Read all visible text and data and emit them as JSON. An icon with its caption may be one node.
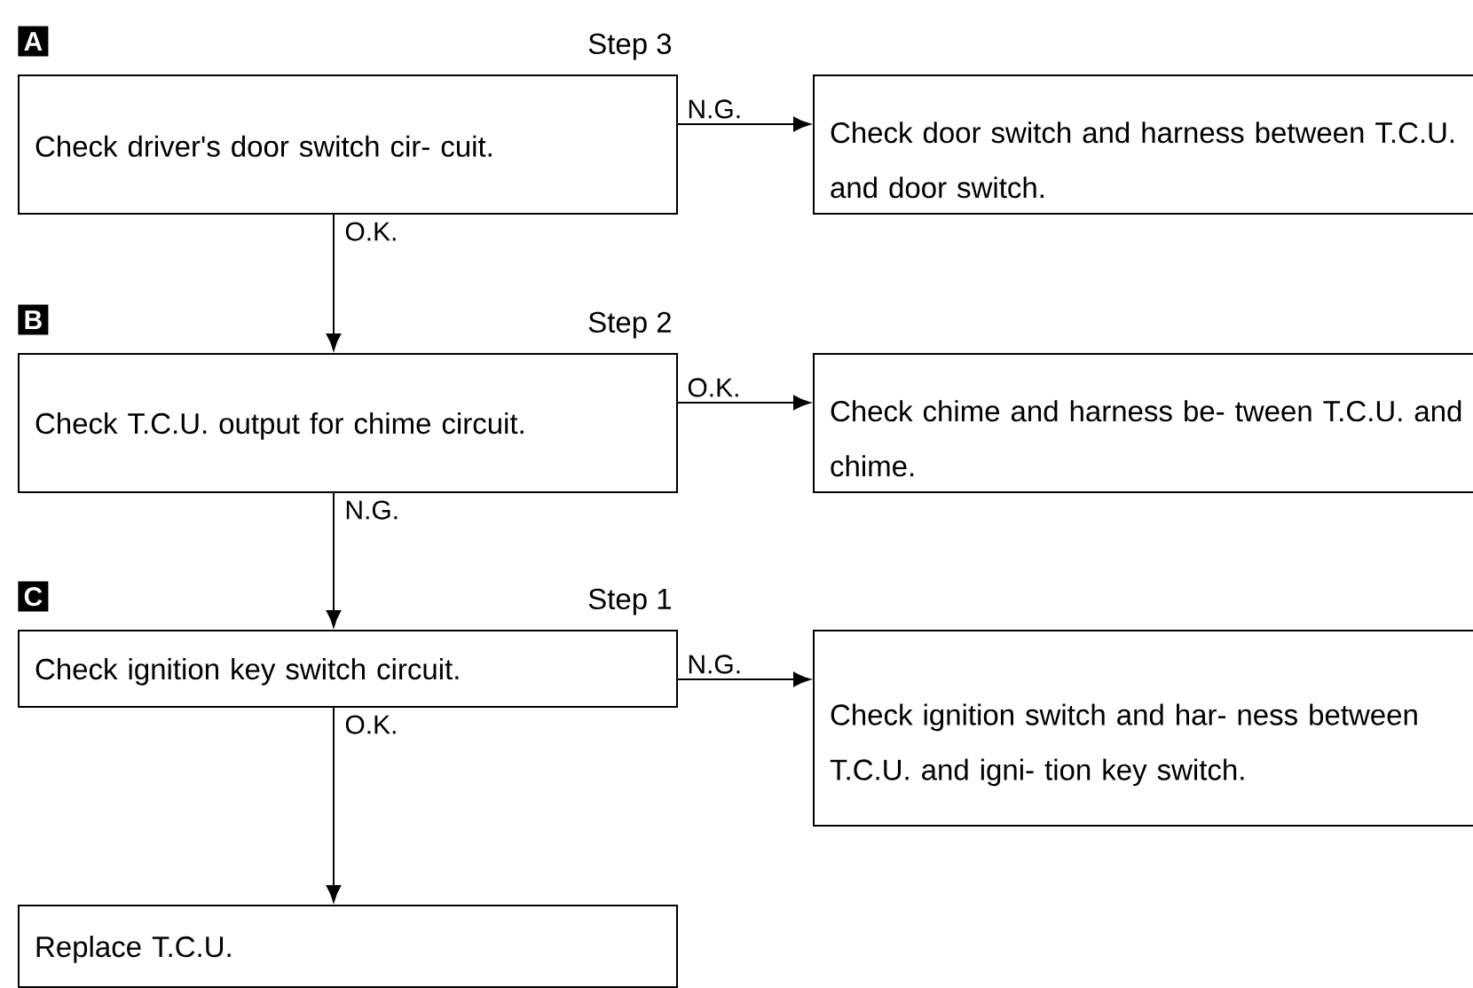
{
  "diagram": {
    "nodes": [
      {
        "text": [
          "Check driver's door switch cir- cuit."
        ],
        "beside": [
          "A",
          "Step 3"
        ]
      },
      {
        "text": [
          "Check door switch and harness between T.C.U. and door switch."
        ]
      },
      {
        "text": [
          "Check T.C.U. output for chime circuit."
        ],
        "beside": [
          "B",
          "Step 2"
        ]
      },
      {
        "text": [
          "Check chime and harness be- tween T.C.U. and chime."
        ]
      },
      {
        "text": [
          "Check ignition key switch circuit."
        ],
        "beside": [
          "C",
          "Step 1"
        ]
      },
      {
        "text": [
          "Check ignition switch and har- ness between T.C.U. and igni- tion key switch."
        ]
      },
      {
        "text": [
          "Replace T.C.U."
        ]
      }
    ],
    "edges": [
      {
        "from": 0,
        "to": 1,
        "arrow": "to",
        "label": "N.G."
      },
      {
        "from": 0,
        "to": 2,
        "arrow": "to",
        "label": "O.K."
      },
      {
        "from": 2,
        "to": 3,
        "arrow": "to",
        "label": "O.K."
      },
      {
        "from": 2,
        "to": 4,
        "arrow": "to",
        "label": "N.G."
      },
      {
        "from": 4,
        "to": 5,
        "arrow": "to",
        "label": "N.G."
      },
      {
        "from": 4,
        "to": 6,
        "arrow": "to",
        "label": "O.K."
      }
    ]
  }
}
